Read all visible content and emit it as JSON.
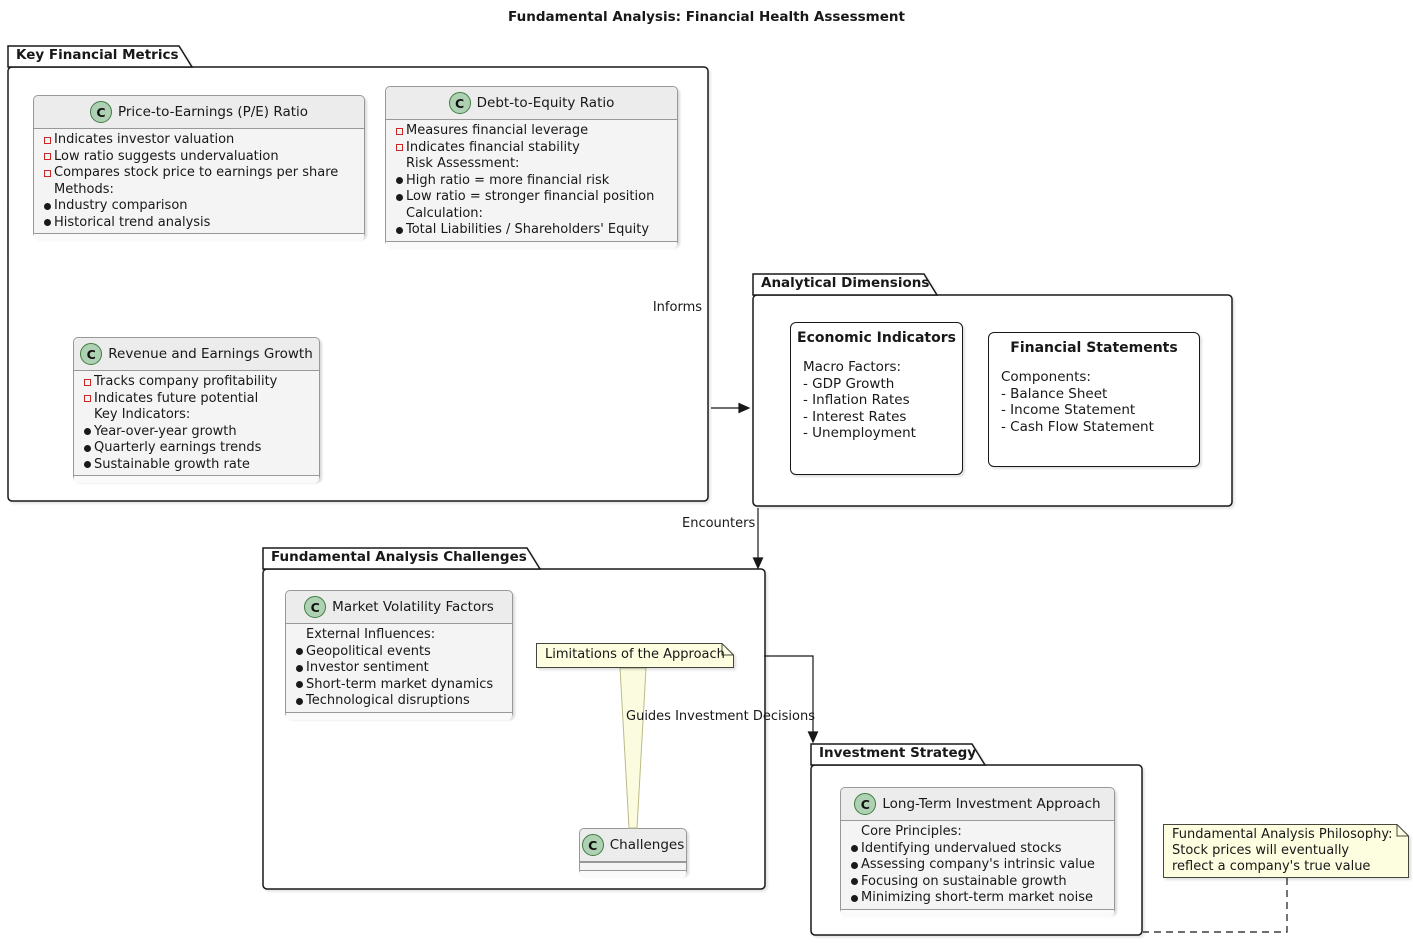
{
  "title": "Fundamental Analysis: Financial Health Assessment",
  "icons": {
    "class_badge_letter": "C",
    "field_marker": "red-square-outline",
    "bullet_marker": "black-filled-circle",
    "note_fold": "folded-corner"
  },
  "colors": {
    "class_badge_bg": "#ADD1B2",
    "class_badge_border": "#3F7C3F",
    "field_marker": "#C82828",
    "note_bg": "#FDFDE0",
    "class_header_bg": "#ECECEC",
    "class_body_bg": "#F4F4F4",
    "line": "#181818"
  },
  "packages": {
    "kfm": {
      "name": "Key Financial Metrics"
    },
    "ad": {
      "name": "Analytical Dimensions"
    },
    "fac": {
      "name": "Fundamental Analysis Challenges"
    },
    "is": {
      "name": "Investment Strategy"
    }
  },
  "classes": {
    "pe": {
      "name": "Price-to-Earnings (P/E) Ratio",
      "items": [
        {
          "marker": "field",
          "text": "Indicates investor valuation"
        },
        {
          "marker": "field",
          "text": "Low ratio suggests undervaluation"
        },
        {
          "marker": "field",
          "text": "Compares stock price to earnings per share"
        },
        {
          "marker": "none",
          "text": "Methods:"
        },
        {
          "marker": "bullet",
          "text": "Industry comparison"
        },
        {
          "marker": "bullet",
          "text": "Historical trend analysis"
        }
      ]
    },
    "de": {
      "name": "Debt-to-Equity Ratio",
      "items": [
        {
          "marker": "field",
          "text": "Measures financial leverage"
        },
        {
          "marker": "field",
          "text": "Indicates financial stability"
        },
        {
          "marker": "none",
          "text": "Risk Assessment:"
        },
        {
          "marker": "bullet",
          "text": "High ratio = more financial risk"
        },
        {
          "marker": "bullet",
          "text": "Low ratio = stronger financial position"
        },
        {
          "marker": "none",
          "text": "Calculation:"
        },
        {
          "marker": "bullet",
          "text": "Total Liabilities / Shareholders' Equity"
        }
      ]
    },
    "rev": {
      "name": "Revenue and Earnings Growth",
      "items": [
        {
          "marker": "field",
          "text": "Tracks company profitability"
        },
        {
          "marker": "field",
          "text": "Indicates future potential"
        },
        {
          "marker": "none",
          "text": "Key Indicators:"
        },
        {
          "marker": "bullet",
          "text": "Year-over-year growth"
        },
        {
          "marker": "bullet",
          "text": "Quarterly earnings trends"
        },
        {
          "marker": "bullet",
          "text": "Sustainable growth rate"
        }
      ]
    },
    "mvf": {
      "name": "Market Volatility Factors",
      "items": [
        {
          "marker": "none",
          "text": "External Influences:"
        },
        {
          "marker": "bullet",
          "text": "Geopolitical events"
        },
        {
          "marker": "bullet",
          "text": "Investor sentiment"
        },
        {
          "marker": "bullet",
          "text": "Short-term market dynamics"
        },
        {
          "marker": "bullet",
          "text": "Technological disruptions"
        }
      ]
    },
    "ch": {
      "name": "Challenges"
    },
    "lti": {
      "name": "Long-Term Investment Approach",
      "items": [
        {
          "marker": "none",
          "text": "Core Principles:"
        },
        {
          "marker": "bullet",
          "text": "Identifying undervalued stocks"
        },
        {
          "marker": "bullet",
          "text": "Assessing company's intrinsic value"
        },
        {
          "marker": "bullet",
          "text": "Focusing on sustainable growth"
        },
        {
          "marker": "bullet",
          "text": "Minimizing short-term market noise"
        }
      ]
    }
  },
  "cards": {
    "econ": {
      "title": "Economic Indicators",
      "lines": [
        "Macro Factors:",
        "- GDP Growth",
        "- Inflation Rates",
        "- Interest Rates",
        "- Unemployment"
      ]
    },
    "fin": {
      "title": "Financial Statements",
      "lines": [
        "Components:",
        "- Balance Sheet",
        "- Income Statement",
        "- Cash Flow Statement"
      ]
    }
  },
  "notes": {
    "limitations": {
      "text": "Limitations of the Approach"
    },
    "philosophy": {
      "lines": [
        "Fundamental Analysis Philosophy:",
        "Stock prices will eventually",
        "reflect a company's true value"
      ]
    }
  },
  "edge_labels": {
    "informs": "Informs",
    "encounters": "Encounters",
    "guides": "Guides Investment Decisions"
  }
}
